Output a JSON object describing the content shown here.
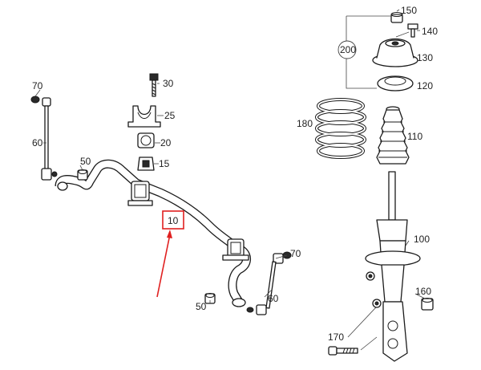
{
  "labels": {
    "l150": "150",
    "l140": "140",
    "l200": "200",
    "l130": "130",
    "l120": "120",
    "l180": "180",
    "l110": "110",
    "l100": "100",
    "l160": "160",
    "l170": "170",
    "l70a": "70",
    "l60a": "60",
    "l30": "30",
    "l25": "25",
    "l20": "20",
    "l15": "15",
    "l50a": "50",
    "l10": "10",
    "l70b": "70",
    "l60b": "60",
    "l50b": "50"
  },
  "colors": {
    "highlight": "#e02020",
    "stroke": "#1a1a1a"
  }
}
